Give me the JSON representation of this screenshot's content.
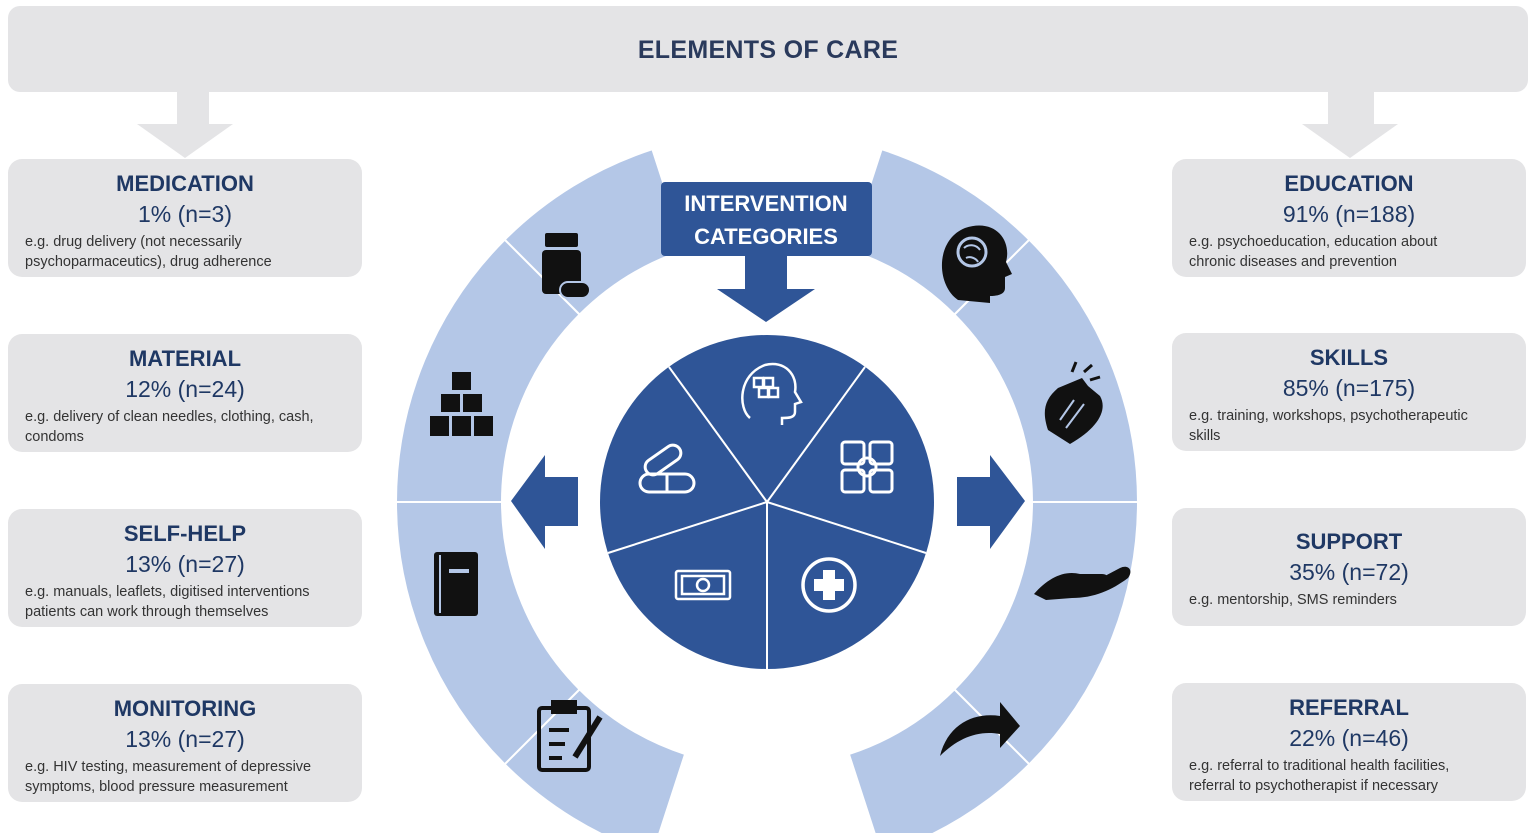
{
  "header": {
    "title": "ELEMENTS OF CARE"
  },
  "center": {
    "title_line1": "INTERVENTION",
    "title_line2": "CATEGORIES"
  },
  "left_cards": [
    {
      "title": "MEDICATION",
      "stat": "1% (n=3)",
      "desc_line1": "e.g.  drug delivery (not necessarily",
      "desc_line2": "psychoparmaceutics), drug adherence",
      "icon": "pill-bottle-icon"
    },
    {
      "title": "MATERIAL",
      "stat": "12% (n=24)",
      "desc_line1": "e.g.  delivery of clean needles, clothing, cash,",
      "desc_line2": "condoms",
      "icon": "boxes-icon"
    },
    {
      "title": "SELF-HELP",
      "stat": "13% (n=27)",
      "desc_line1": "e.g.  manuals, leaflets, digitised interventions",
      "desc_line2": "patients can work through themselves",
      "icon": "book-icon"
    },
    {
      "title": "MONITORING",
      "stat": "13% (n=27)",
      "desc_line1": "e.g.  HIV testing, measurement  of depressive",
      "desc_line2": "symptoms, blood pressure measurement",
      "icon": "clipboard-icon"
    }
  ],
  "right_cards": [
    {
      "title": "EDUCATION",
      "stat": "91% (n=188)",
      "desc_line1": "e.g.  psychoeducation, education about",
      "desc_line2": "chronic diseases and prevention",
      "icon": "brain-head-icon"
    },
    {
      "title": "SKILLS",
      "stat": "85% (n=175)",
      "desc_line1": "e.g.  training, workshops, psychotherapeutic",
      "desc_line2": "skills",
      "icon": "clapping-hands-icon"
    },
    {
      "title": "SUPPORT",
      "stat": "35% (n=72)",
      "desc_line1": "e.g.  mentorship, SMS reminders",
      "desc_line2": "",
      "icon": "helping-hand-icon"
    },
    {
      "title": "REFERRAL",
      "stat": "22% (n=46)",
      "desc_line1": "e.g.  referral to traditional health facilities,",
      "desc_line2": "referral to psychotherapist if necessary",
      "icon": "forward-arrow-icon"
    }
  ],
  "colors": {
    "dark_blue": "#2f5597",
    "light_blue": "#b4c7e7",
    "card_gray": "#e4e4e6",
    "text_navy": "#1f3864"
  }
}
